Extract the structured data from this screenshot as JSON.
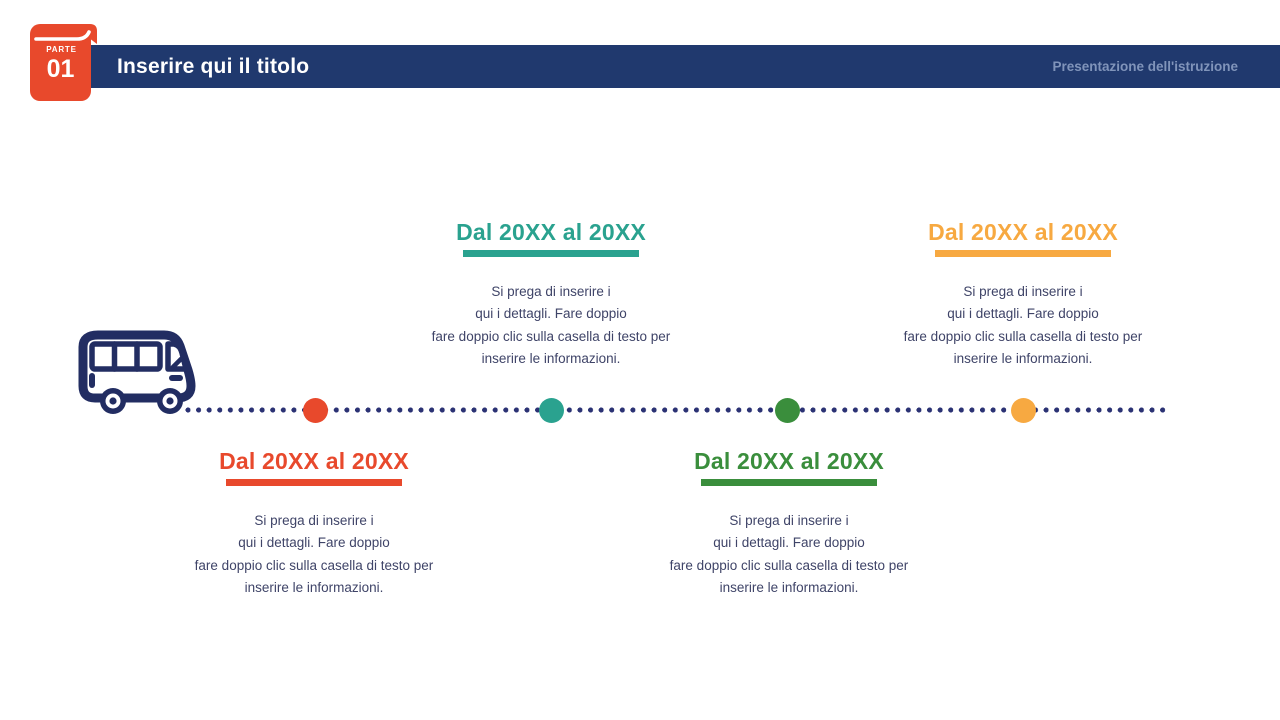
{
  "header": {
    "badge_label": "PARTE",
    "badge_number": "01",
    "title": "Inserire qui il titolo",
    "subtitle": "Presentazione dell'istruzione"
  },
  "colors": {
    "header_bar_navy": "#20396e",
    "header_subtitle": "#8094ba",
    "badge_orange": "#e8492c",
    "bus_navy": "#222d62",
    "dotted_line_navy": "#2b3274",
    "body_text": "#3f4468",
    "accent_red": "#e8492c",
    "accent_teal": "#2aa28f",
    "accent_green": "#3a8e3c",
    "accent_yellow": "#f7a941"
  },
  "timeline": {
    "bus_icon": "bus-icon",
    "milestones": [
      {
        "id": "red",
        "position": "below",
        "accent": "#e8492c",
        "title": "Dal 20XX al 20XX",
        "lines": [
          "Si prega di inserire i",
          "qui i dettagli. Fare doppio",
          "fare doppio clic sulla casella di testo per",
          "inserire le informazioni."
        ]
      },
      {
        "id": "teal",
        "position": "above",
        "accent": "#2aa28f",
        "title": "Dal 20XX al 20XX",
        "lines": [
          "Si prega di inserire i",
          "qui i dettagli. Fare doppio",
          "fare doppio clic sulla casella di testo per",
          "inserire le informazioni."
        ]
      },
      {
        "id": "green",
        "position": "below",
        "accent": "#3a8e3c",
        "title": "Dal 20XX al 20XX",
        "lines": [
          "Si prega di inserire i",
          "qui i dettagli. Fare doppio",
          "fare doppio clic sulla casella di testo per",
          "inserire le informazioni."
        ]
      },
      {
        "id": "yellow",
        "position": "above",
        "accent": "#f7a941",
        "title": "Dal 20XX al 20XX",
        "lines": [
          "Si prega di inserire i",
          "qui i dettagli. Fare doppio",
          "fare doppio clic sulla casella di testo per",
          "inserire le informazioni."
        ]
      }
    ]
  }
}
